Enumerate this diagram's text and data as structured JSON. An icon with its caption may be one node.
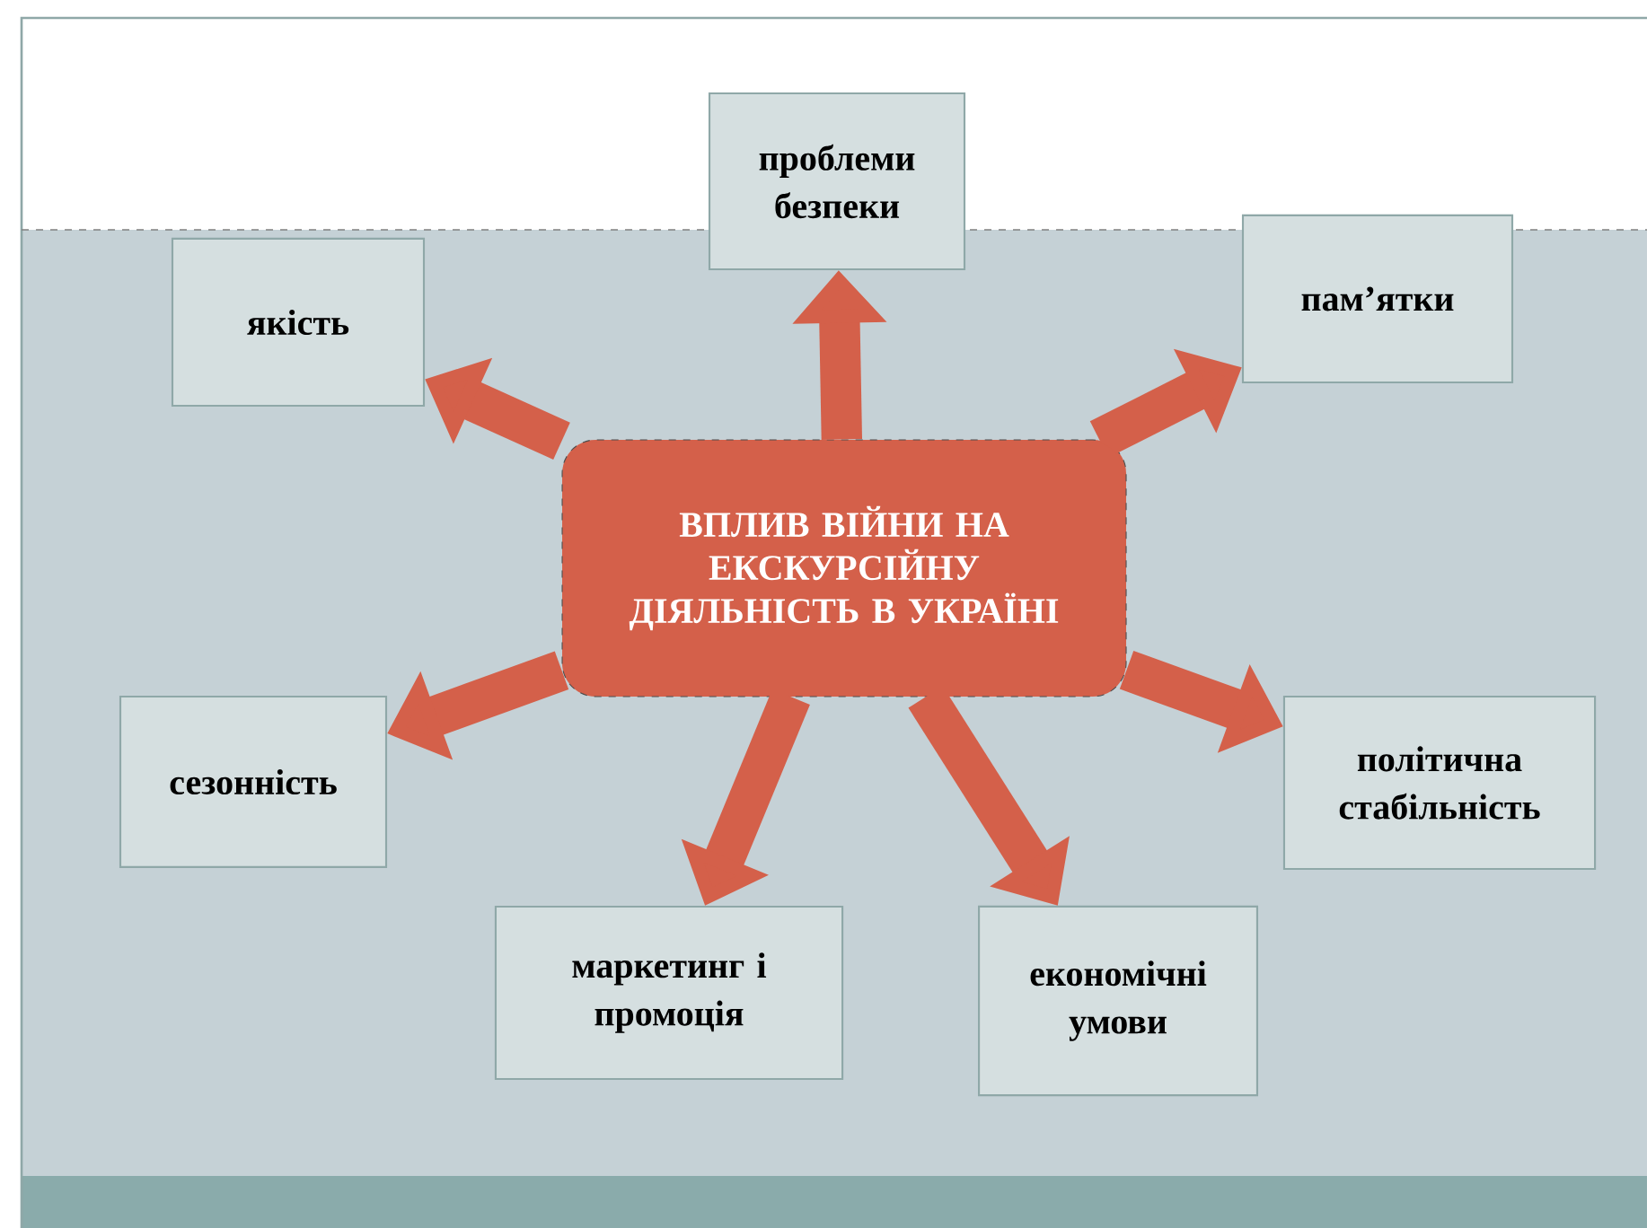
{
  "diagram": {
    "nodes": [
      {
        "text": [
          "ВПЛИВ ВІЙНИ НА ЕКСКУРСІЙНУ ДІЯЛЬНІСТЬ В УКРАЇНІ"
        ]
      },
      {
        "text": [
          "проблеми безпеки"
        ]
      },
      {
        "text": [
          "якість"
        ]
      },
      {
        "text": [
          "пам’ятки"
        ]
      },
      {
        "text": [
          "сезонність"
        ]
      },
      {
        "text": [
          "політична стабільність"
        ]
      },
      {
        "text": [
          "маркетинг і промоція"
        ]
      },
      {
        "text": [
          "економічні умови"
        ]
      }
    ],
    "edges": [
      {
        "from": 0,
        "to": 1,
        "arrow": "to"
      },
      {
        "from": 0,
        "to": 2,
        "arrow": "to"
      },
      {
        "from": 0,
        "to": 3,
        "arrow": "to"
      },
      {
        "from": 0,
        "to": 4,
        "arrow": "to"
      },
      {
        "from": 0,
        "to": 5,
        "arrow": "to"
      },
      {
        "from": 0,
        "to": 6,
        "arrow": "to"
      },
      {
        "from": 0,
        "to": 7,
        "arrow": "to"
      }
    ]
  }
}
